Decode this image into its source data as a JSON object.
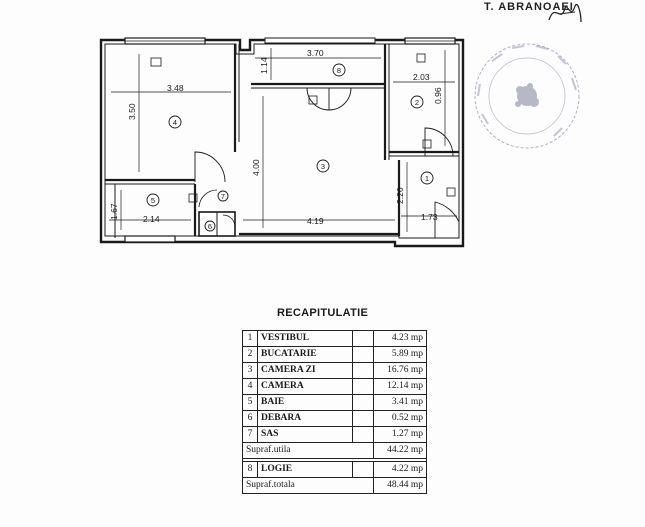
{
  "header": {
    "name": "T. ABRANOAEI"
  },
  "plan": {
    "dimensions": {
      "room4_width": "3.48",
      "room4_height": "3.50",
      "logia_width": "3.70",
      "logia_depth": "1.14",
      "room3_height": "4.00",
      "room3_width": "4.19",
      "room2_width": "2.03",
      "room2_height": "0.96",
      "hall_height": "2.26",
      "hall_width": "1.73",
      "room5_width": "2.14",
      "room5_height": "1.67"
    },
    "room_numbers": [
      "1",
      "2",
      "3",
      "4",
      "5",
      "6",
      "7",
      "8"
    ]
  },
  "recap": {
    "title": "RECAPITULATIE",
    "rows": [
      {
        "num": "1",
        "name": "VESTIBUL",
        "area": "4.23 mp"
      },
      {
        "num": "2",
        "name": "BUCATARIE",
        "area": "5.89 mp"
      },
      {
        "num": "3",
        "name": "CAMERA ZI",
        "area": "16.76 mp"
      },
      {
        "num": "4",
        "name": "CAMERA",
        "area": "12.14 mp"
      },
      {
        "num": "5",
        "name": "BAIE",
        "area": "3.41 mp"
      },
      {
        "num": "6",
        "name": "DEBARA",
        "area": "0.52 mp"
      },
      {
        "num": "7",
        "name": "SAS",
        "area": "1.27 mp"
      }
    ],
    "useful_label": "Supraf.utila",
    "useful_area": "44.22 mp",
    "logia": {
      "num": "8",
      "name": "LOGIE",
      "area": "4.22 mp"
    },
    "total_label": "Supraf.totala",
    "total_area": "48.44 mp"
  }
}
